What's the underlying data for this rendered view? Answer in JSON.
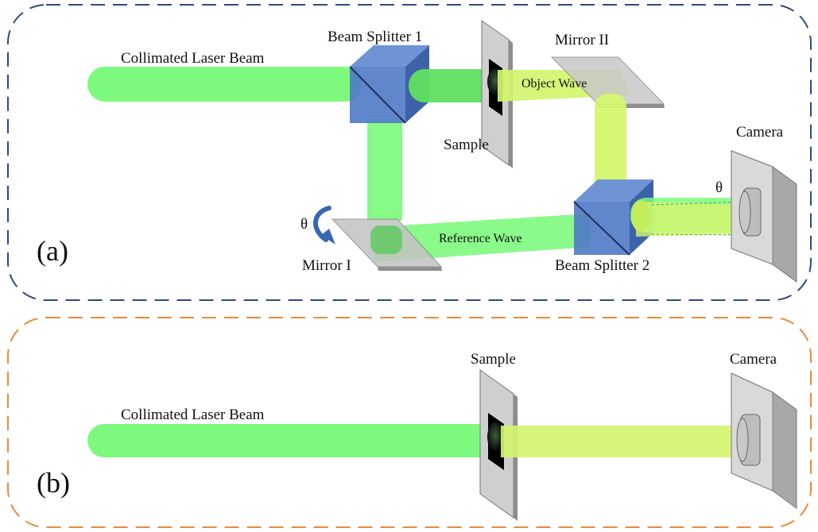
{
  "colors": {
    "panel_a_border": "#2e4a7d",
    "panel_b_border": "#e98b3a",
    "laser_green": "#7dfa7d",
    "object_beam": "#d4f56e",
    "splitter_blue": "#4f79c7",
    "mirror_gray": "#c8c8c8",
    "camera_gray": "#d9d9d9",
    "rotation_arrow": "#3a66b5"
  },
  "panel_a": {
    "tag": "(a)",
    "labels": {
      "laser": "Collimated Laser Beam",
      "bs1": "Beam Splitter 1",
      "mirror2": "Mirror II",
      "sample": "Sample",
      "object_wave": "Object Wave",
      "camera": "Camera",
      "theta_cam": "θ",
      "theta_mirror": "θ",
      "mirror1": "Mirror I",
      "reference_wave": "Reference Wave",
      "bs2": "Beam Splitter 2"
    },
    "icons": [
      "rotation-arrow-icon",
      "sample-specimen-icon"
    ]
  },
  "panel_b": {
    "tag": "(b)",
    "labels": {
      "laser": "Collimated Laser Beam",
      "sample": "Sample",
      "camera": "Camera"
    }
  }
}
